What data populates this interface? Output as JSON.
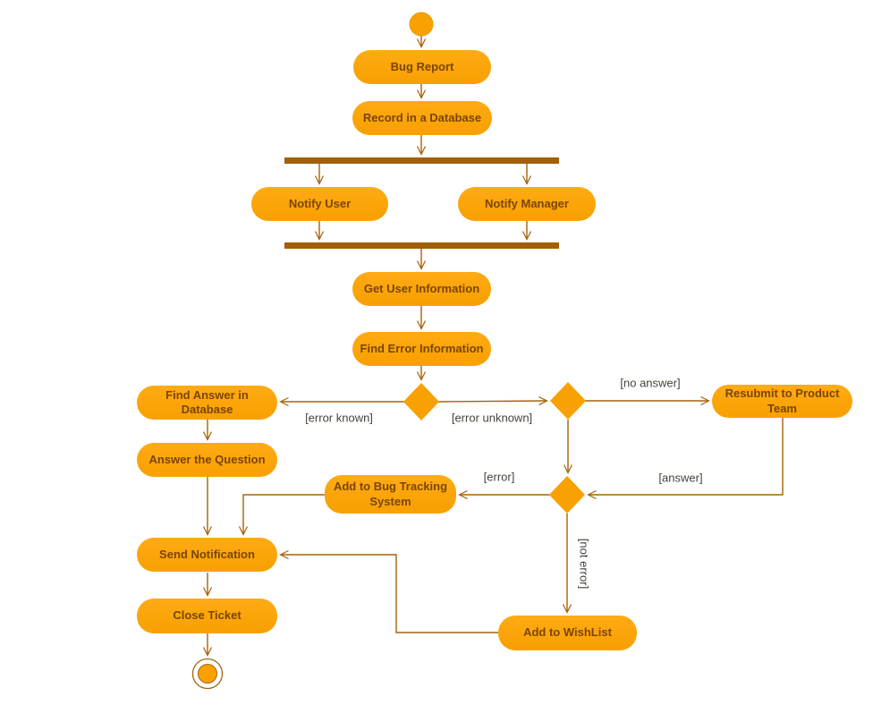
{
  "diagram_type": "uml-activity-diagram",
  "colors": {
    "node_fill_top": "#FFAB15",
    "node_fill": "#F9A103",
    "node_text": "#7A4503",
    "line": "#A5620B",
    "bar": "#A25E08",
    "guard_text": "#49423B",
    "background": "#FFFFFF"
  },
  "nodes": {
    "bug_report": "Bug Report",
    "record_database": "Record in a Database",
    "notify_user": "Notify User",
    "notify_manager": "Notify Manager",
    "get_user_information": "Get User Information",
    "find_error_information": "Find Error Information",
    "find_answer_in_database": "Find Answer in Database",
    "answer_the_question": "Answer the Question",
    "resubmit_to_product_team": "Resubmit to Product Team",
    "add_to_bug_tracking_system": "Add to Bug Tracking System",
    "send_notification": "Send Notification",
    "close_ticket": "Close Ticket",
    "add_to_wishlist": "Add to WishList"
  },
  "guards": {
    "error_known": "[error known]",
    "error_unknown": "[error unknown]",
    "no_answer": "[no answer]",
    "answer": "[answer]",
    "error": "[error]",
    "not_error": "[not error]"
  }
}
